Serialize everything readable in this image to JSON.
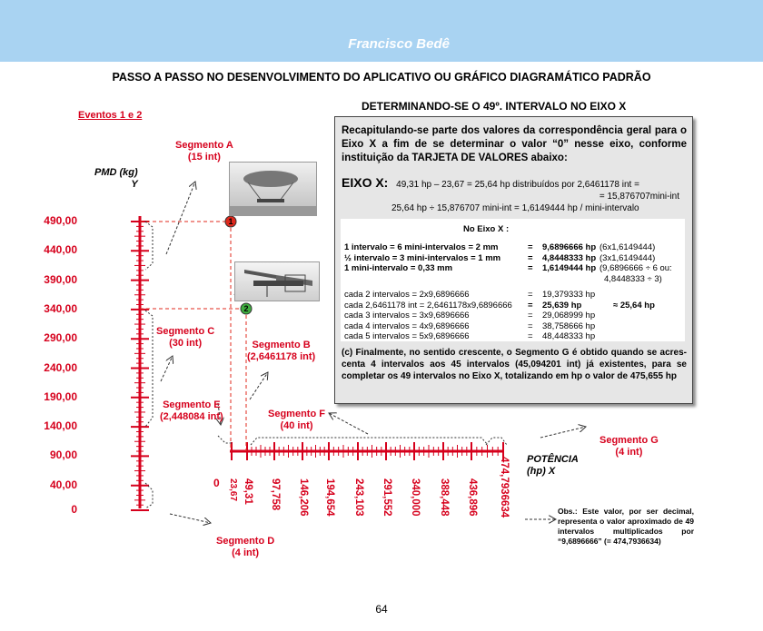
{
  "header": {
    "author": "Francisco Bedê"
  },
  "main_title": "PASSO A PASSO NO DESENVOLVIMENTO DO APLICATIVO OU GRÁFICO DIAGRAMÁTICO PADRÃO",
  "section_title": "DETERMINANDO-SE O 49º. INTERVALO NO EIXO X",
  "events_label": "Eventos 1 e 2",
  "y_axis": {
    "title_line1": "PMD (kg)",
    "title_line2": "Y",
    "ticks": [
      "490,00",
      "440,00",
      "390,00",
      "340,00",
      "290,00",
      "240,00",
      "190,00",
      "140,00",
      "90,00",
      "40,00",
      "0"
    ]
  },
  "x_axis": {
    "title_line1": "POTÊNCIA",
    "title_line2": "(hp) X",
    "ticks": [
      "0",
      "23,67",
      "49,31",
      "97,758",
      "146,206",
      "194,654",
      "243,103",
      "291,552",
      "340,000",
      "388,448",
      "436,896",
      "474,7936634"
    ]
  },
  "segments": {
    "a": {
      "name": "Segmento A",
      "detail": "(15 int)"
    },
    "b": {
      "name": "Segmento B",
      "detail": "(2,6461178 int)"
    },
    "c": {
      "name": "Segmento C",
      "detail": "(30 int)"
    },
    "d": {
      "name": "Segmento D",
      "detail": "(4 int)"
    },
    "e": {
      "name": "Segmento E",
      "detail": "(2,448084 int)"
    },
    "f": {
      "name": "Segmento F",
      "detail": "(40 int)"
    },
    "g": {
      "name": "Segmento G",
      "detail": "(4 int)"
    }
  },
  "points": {
    "p1": "1",
    "p2": "2"
  },
  "box": {
    "recap": "Recapitulando-se parte dos valores da correspondência geral para o Eixo X a fim de se determinar o valor “0” nesse eixo, conforme instituição da TARJETA DE VALORES abaixo:",
    "eixo_label": "EIXO X:",
    "eixo_line1": "49,31 hp – 23,67 = 25,64 hp distribuídos por 2,6461178 int =",
    "eixo_line2": "= 15,876707mini-int",
    "eixo_line3": "25,64 hp ÷ 15,876707 mini-int = 1,6149444 hp / mini-intervalo",
    "no_eixo": "No Eixo X :",
    "rows": [
      {
        "a": "1 intervalo = 6 mini-intervalos = 2 mm",
        "eq": "=",
        "b": "9,6896666 hp",
        "c": "(6x1,6149444)"
      },
      {
        "a": "½ intervalo = 3 mini-intervalos = 1 mm",
        "eq": "=",
        "b": "4,8448333 hp",
        "c": "(3x1,6149444)"
      },
      {
        "a": "1 mini-intervalo = 0,33 mm",
        "eq": "=",
        "b": "1,6149444 hp",
        "c": "(9,6896666 ÷ 6 ou:"
      },
      {
        "a": "",
        "eq": "",
        "b": "",
        "c": "4,8448333 ÷ 3)"
      },
      {
        "a": "cada 2 intervalos = 2x9,6896666",
        "eq": "=",
        "b": "19,379333 hp",
        "c": ""
      },
      {
        "a": "cada 2,6461178 int = 2,6461178x9,6896666",
        "eq": "=",
        "b": "25,639 hp",
        "c": "≈ 25,64 hp"
      },
      {
        "a": "cada 3 intervalos = 3x9,6896666",
        "eq": "=",
        "b": "29,068999 hp",
        "c": ""
      },
      {
        "a": "cada 4 intervalos = 4x9,6896666",
        "eq": "=",
        "b": "38,758666 hp",
        "c": ""
      },
      {
        "a": "cada 5 intervalos = 5x9,6896666",
        "eq": "=",
        "b": "48,448333 hp",
        "c": ""
      }
    ],
    "finally": "(c) Finalmente, no sentido crescente, o Segmento G é obtido quando se acres-centa 4 intervalos aos 45 intervalos (45,094201 int) já existentes, para se completar os 49 intervalos no Eixo X, totalizando em hp o valor de 475,655 hp"
  },
  "obs": "Obs.: Este valor, por ser decimal, representa o valor aproximado de 49 intervalos multiplicados por “9,6896666” (= 474,7936634)",
  "page_number": "64",
  "colors": {
    "banner": "#a9d3f2",
    "accent_red": "#d6001c",
    "box_bg": "#e6e6e6",
    "point1": "#e0281c",
    "point2": "#3fae3f"
  }
}
